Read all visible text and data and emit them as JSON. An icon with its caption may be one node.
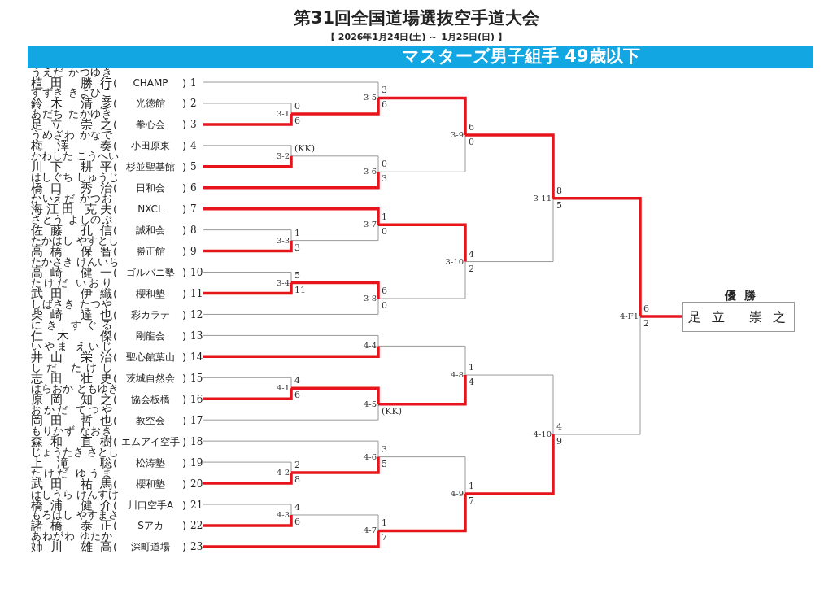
{
  "diagram": {
    "title": "第31回全国道場選抜空手道大会",
    "nodes": [
      {
        "text": [
          "うえだ かつゆき",
          "植田 勝行",
          "(",
          "CHAMP",
          ")",
          "1"
        ]
      },
      {
        "text": [
          "すずき きよひこ",
          "鈴木 清彦",
          "(",
          "光徳館",
          ")",
          "2"
        ]
      },
      {
        "text": [
          "あだち たかゆき",
          "足立 崇之",
          "(",
          "拳心会",
          ")",
          "3"
        ]
      },
      {
        "text": [
          "うめざわ かなで",
          "梅澤 奏",
          "(",
          "小田原東",
          ")",
          "4"
        ]
      },
      {
        "text": [
          "かわした こうへい",
          "川下 耕平",
          "(",
          "杉並聖基館",
          ")",
          "5"
        ]
      },
      {
        "text": [
          "はしぐち しゅうじ",
          "橋口 秀治",
          "(",
          "日和会",
          ")",
          "6"
        ]
      },
      {
        "text": [
          "かいえだ かつお",
          "海江田 克夫",
          "(",
          "NXCL",
          ")",
          "7"
        ]
      },
      {
        "text": [
          "さとう よしのぶ",
          "佐藤 孔信",
          "(",
          "誠和会",
          ")",
          "8"
        ]
      },
      {
        "text": [
          "たかはし やすとし",
          "高橋 保智",
          "(",
          "勝正館",
          ")",
          "9"
        ]
      },
      {
        "text": [
          "たかさき けんいち",
          "高崎 健一",
          "(",
          "ゴルバニ塾",
          ")",
          "10"
        ]
      },
      {
        "text": [
          "たけだ いおり",
          "武田 伊織",
          "(",
          "櫻和塾",
          ")",
          "11"
        ]
      },
      {
        "text": [
          "しばさき たつや",
          "柴崎 達也",
          "(",
          "彩カラテ",
          ")",
          "12"
        ]
      },
      {
        "text": [
          "にき すぐる",
          "仁木 傑",
          "(",
          "剛龍会",
          ")",
          "13"
        ]
      },
      {
        "text": [
          "いやま えいじ",
          "井山 栄治",
          "(",
          "聖心館葉山",
          ")",
          "14"
        ]
      },
      {
        "text": [
          "しだ たけし",
          "志田 壮史",
          "(",
          "茨城自然会",
          ")",
          "15"
        ]
      },
      {
        "text": [
          "はらおか ともゆき",
          "原岡 知之",
          "(",
          "協会板橋",
          ")",
          "16"
        ]
      },
      {
        "text": [
          "おかだ てつや",
          "岡田 哲也",
          "(",
          "教空会",
          ")",
          "17"
        ]
      },
      {
        "text": [
          "もりかず なおき",
          "森和 直樹",
          "(",
          "エムアイ空手",
          ")",
          "18"
        ]
      },
      {
        "text": [
          "じょうたき さとし",
          "上滝 聡",
          "(",
          "松涛塾",
          ")",
          "19"
        ]
      },
      {
        "text": [
          "たけだ ゆうま",
          "武田 祐馬",
          "(",
          "櫻和塾",
          ")",
          "20"
        ]
      },
      {
        "text": [
          "はしうら けんすけ",
          "橋浦 健介",
          "(",
          "川口空手A",
          ")",
          "21"
        ]
      },
      {
        "text": [
          "もろはし やすまさ",
          "諸橋 泰正",
          "(",
          "Sアカ",
          ")",
          "22"
        ]
      },
      {
        "text": [
          "あねがわ ゆたか",
          "姉川 雄高",
          "(",
          "深町道場",
          ")",
          "23"
        ]
      },
      {
        "text": [
          "3-1"
        ]
      },
      {
        "text": [
          "3-2"
        ]
      },
      {
        "text": [
          "3-3"
        ]
      },
      {
        "text": [
          "3-4"
        ]
      },
      {
        "text": [
          "3-5"
        ]
      },
      {
        "text": [
          "3-6"
        ]
      },
      {
        "text": [
          "3-7"
        ]
      },
      {
        "text": [
          "3-8"
        ]
      },
      {
        "text": [
          "3-9"
        ]
      },
      {
        "text": [
          "3-10"
        ]
      },
      {
        "text": [
          "3-11"
        ]
      },
      {
        "text": [
          "4-1"
        ]
      },
      {
        "text": [
          "4-2"
        ]
      },
      {
        "text": [
          "4-3"
        ]
      },
      {
        "text": [
          "4-4"
        ]
      },
      {
        "text": [
          "4-5"
        ]
      },
      {
        "text": [
          "4-6"
        ]
      },
      {
        "text": [
          "4-7"
        ]
      },
      {
        "text": [
          "4-8"
        ]
      },
      {
        "text": [
          "4-9"
        ]
      },
      {
        "text": [
          "4-10"
        ]
      },
      {
        "text": [
          "4-F1"
        ]
      },
      {
        "text": [
          "優勝",
          "足立 崇之"
        ]
      }
    ],
    "edges": [
      {
        "from": 1,
        "to": 23,
        "arrow": "none",
        "label": "0",
        "color": "#999999"
      },
      {
        "from": 2,
        "to": 23,
        "arrow": "none",
        "label": "6"
      },
      {
        "from": 3,
        "to": 24,
        "arrow": "none",
        "label": "(KK)",
        "color": "#999999"
      },
      {
        "from": 4,
        "to": 24,
        "arrow": "none"
      },
      {
        "from": 7,
        "to": 25,
        "arrow": "none",
        "label": "1",
        "color": "#999999"
      },
      {
        "from": 8,
        "to": 25,
        "arrow": "none",
        "label": "3"
      },
      {
        "from": 9,
        "to": 26,
        "arrow": "none",
        "label": "5",
        "color": "#999999"
      },
      {
        "from": 10,
        "to": 26,
        "arrow": "none",
        "label": "11"
      },
      {
        "from": 0,
        "to": 27,
        "arrow": "none",
        "label": "3",
        "color": "#999999"
      },
      {
        "from": 23,
        "to": 27,
        "arrow": "none",
        "label": "6"
      },
      {
        "from": 24,
        "to": 28,
        "arrow": "none",
        "label": "0",
        "color": "#999999"
      },
      {
        "from": 5,
        "to": 28,
        "arrow": "none",
        "label": "3"
      },
      {
        "from": 6,
        "to": 29,
        "arrow": "none",
        "label": "1"
      },
      {
        "from": 25,
        "to": 29,
        "arrow": "none",
        "label": "0",
        "color": "#999999"
      },
      {
        "from": 26,
        "to": 30,
        "arrow": "none",
        "label": "6"
      },
      {
        "from": 11,
        "to": 30,
        "arrow": "none",
        "label": "0",
        "color": "#999999"
      },
      {
        "from": 27,
        "to": 31,
        "arrow": "none",
        "label": "6"
      },
      {
        "from": 28,
        "to": 31,
        "arrow": "none",
        "label": "0",
        "color": "#999999"
      },
      {
        "from": 29,
        "to": 32,
        "arrow": "none",
        "label": "4"
      },
      {
        "from": 30,
        "to": 32,
        "arrow": "none",
        "label": "2",
        "color": "#999999"
      },
      {
        "from": 31,
        "to": 33,
        "arrow": "none",
        "label": "8"
      },
      {
        "from": 32,
        "to": 33,
        "arrow": "none",
        "label": "5",
        "color": "#999999"
      },
      {
        "from": 14,
        "to": 34,
        "arrow": "none",
        "label": "4",
        "color": "#999999"
      },
      {
        "from": 15,
        "to": 34,
        "arrow": "none",
        "label": "6"
      },
      {
        "from": 18,
        "to": 35,
        "arrow": "none",
        "label": "2",
        "color": "#999999"
      },
      {
        "from": 19,
        "to": 35,
        "arrow": "none",
        "label": "8"
      },
      {
        "from": 20,
        "to": 36,
        "arrow": "none",
        "label": "4",
        "color": "#999999"
      },
      {
        "from": 21,
        "to": 36,
        "arrow": "none",
        "label": "6"
      },
      {
        "from": 12,
        "to": 37,
        "arrow": "none",
        "color": "#999999"
      },
      {
        "from": 13,
        "to": 37,
        "arrow": "none"
      },
      {
        "from": 34,
        "to": 38,
        "arrow": "none"
      },
      {
        "from": 16,
        "to": 38,
        "arrow": "none",
        "label": "(KK)",
        "color": "#999999"
      },
      {
        "from": 17,
        "to": 39,
        "arrow": "none",
        "label": "3",
        "color": "#999999"
      },
      {
        "from": 35,
        "to": 39,
        "arrow": "none",
        "label": "5"
      },
      {
        "from": 36,
        "to": 40,
        "arrow": "none",
        "label": "1",
        "color": "#999999"
      },
      {
        "from": 22,
        "to": 40,
        "arrow": "none",
        "label": "7"
      },
      {
        "from": 37,
        "to": 41,
        "arrow": "none",
        "label": "1",
        "color": "#999999"
      },
      {
        "from": 38,
        "to": 41,
        "arrow": "none",
        "label": "4"
      },
      {
        "from": 39,
        "to": 42,
        "arrow": "none",
        "label": "1",
        "color": "#999999"
      },
      {
        "from": 40,
        "to": 42,
        "arrow": "none",
        "label": "7"
      },
      {
        "from": 41,
        "to": 43,
        "arrow": "none",
        "label": "4",
        "color": "#999999"
      },
      {
        "from": 42,
        "to": 43,
        "arrow": "none",
        "label": "9"
      },
      {
        "from": 33,
        "to": 44,
        "arrow": "none",
        "label": "6"
      },
      {
        "from": 43,
        "to": 44,
        "arrow": "none",
        "label": "2",
        "color": "#999999"
      },
      {
        "from": 44,
        "to": 45,
        "arrow": "none"
      }
    ],
    "labels": [
      "【 2026年1月24日(土) ～ 1月25日(日) 】",
      "マスターズ男子組手 49歳以下"
    ]
  }
}
